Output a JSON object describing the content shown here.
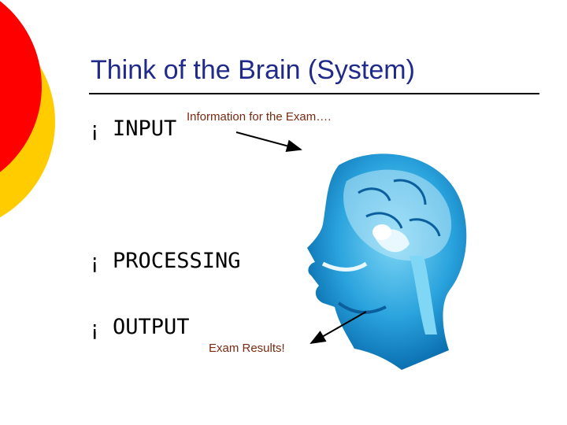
{
  "slide": {
    "title": "Think of the Brain (System)",
    "bullets": [
      {
        "label": "INPUT"
      },
      {
        "label": "PROCESSING"
      },
      {
        "label": "OUTPUT"
      }
    ],
    "bullet_glyph": "¡",
    "annotations": {
      "input_note": "Information for the Exam….",
      "output_note": "Exam Results!"
    },
    "image": {
      "icon": "brain-mri-icon"
    }
  },
  "colors": {
    "title": "#1f2a8a",
    "annotation": "#7a2a10",
    "deco_red": "#ff0000",
    "deco_yellow": "#ffcc00",
    "brain_blue": "#2aa3dd"
  }
}
